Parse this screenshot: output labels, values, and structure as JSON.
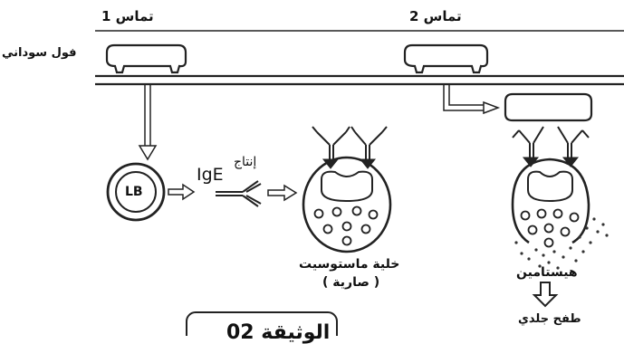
{
  "contacts": {
    "first": "تماس 1",
    "second": "تماس 2"
  },
  "antigen": "فول سوداني",
  "lymphocyte": "LB",
  "antibody": {
    "name": "IgE",
    "production": "إنتاج"
  },
  "mast_cell": {
    "line1": "خلية ماستوسيت",
    "line2": "( صارية )"
  },
  "histamine": "هيستامين",
  "symptom": "طفح جلدي",
  "caption_fragment": "الوثيقة 02"
}
